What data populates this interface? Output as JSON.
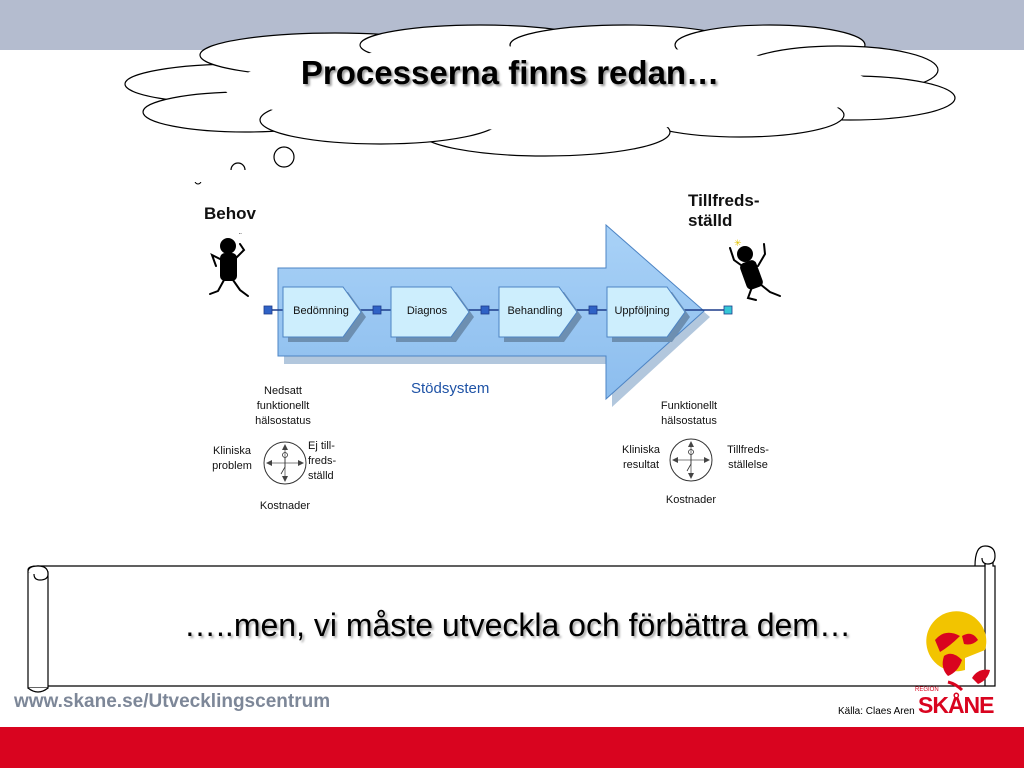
{
  "slide": {
    "title": "Processerna finns redan…",
    "banner_text": "…..men, vi måste utveckla och förbättra dem…",
    "website": "www.skane.se/Utvecklingscentrum",
    "source": "Källa: Claes Aren"
  },
  "diagram": {
    "start_label": "Behov",
    "end_label_line1": "Tillfreds-",
    "end_label_line2": "ställd",
    "steps": [
      "Bedömning",
      "Diagnos",
      "Behandling",
      "Uppföljning"
    ],
    "support_label": "Stödsystem",
    "left_compass": {
      "top_line1": "Nedsatt",
      "top_line2": "funktionellt",
      "top_line3": "hälsostatus",
      "left_line1": "Kliniska",
      "left_line2": "problem",
      "right_line1": "Ej till-",
      "right_line2": "freds-",
      "right_line3": "ställd",
      "bottom": "Kostnader"
    },
    "right_compass": {
      "top_line1": "Funktionellt",
      "top_line2": "hälsostatus",
      "left_line1": "Kliniska",
      "left_line2": "resultat",
      "right_line1": "Tillfreds-",
      "right_line2": "ställelse",
      "bottom": "Kostnader"
    }
  },
  "logo": {
    "text": "SKÅNE",
    "small_text": "REGION"
  },
  "colors": {
    "top_band": "#b4bccf",
    "bottom_band": "#d9041f",
    "arrow_fill": "#9dc8f2",
    "step_fill": "#cdeefd",
    "connector": "#2f62c6",
    "accent": "#d9041f"
  }
}
